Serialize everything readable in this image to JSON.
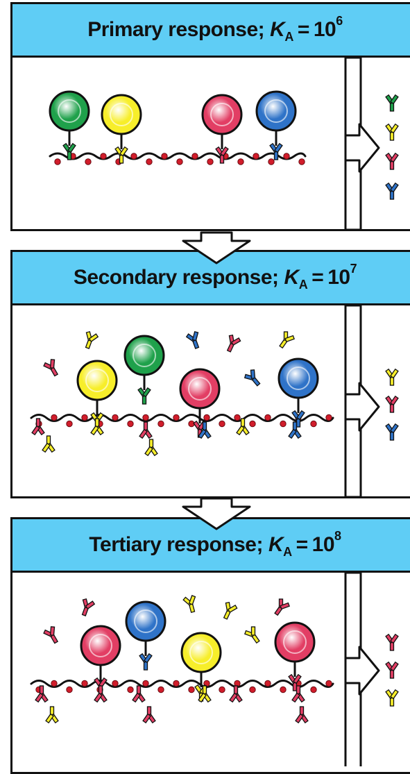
{
  "diagram": {
    "panels": [
      {
        "title_prefix": "Primary response;",
        "k_symbol": "K",
        "k_subscript": "A",
        "equals": "=",
        "base": "10",
        "exponent": "6",
        "colors": {
          "green": "#1fa14b",
          "yellow": "#f7ee2a",
          "red": "#e23e64",
          "blue": "#2f73c8"
        }
      },
      {
        "title_prefix": "Secondary response;",
        "k_symbol": "K",
        "k_subscript": "A",
        "equals": "=",
        "base": "10",
        "exponent": "7"
      },
      {
        "title_prefix": "Tertiary response;",
        "k_symbol": "K",
        "k_subscript": "A",
        "equals": "=",
        "base": "10",
        "exponent": "8"
      }
    ],
    "palette": {
      "header_bg": "#5fcdf5",
      "outline": "#111111",
      "green": "#1fa14b",
      "yellow": "#f7ee2a",
      "red": "#e23e64",
      "blue": "#2f73c8",
      "epitope": "#d11d2b"
    }
  }
}
